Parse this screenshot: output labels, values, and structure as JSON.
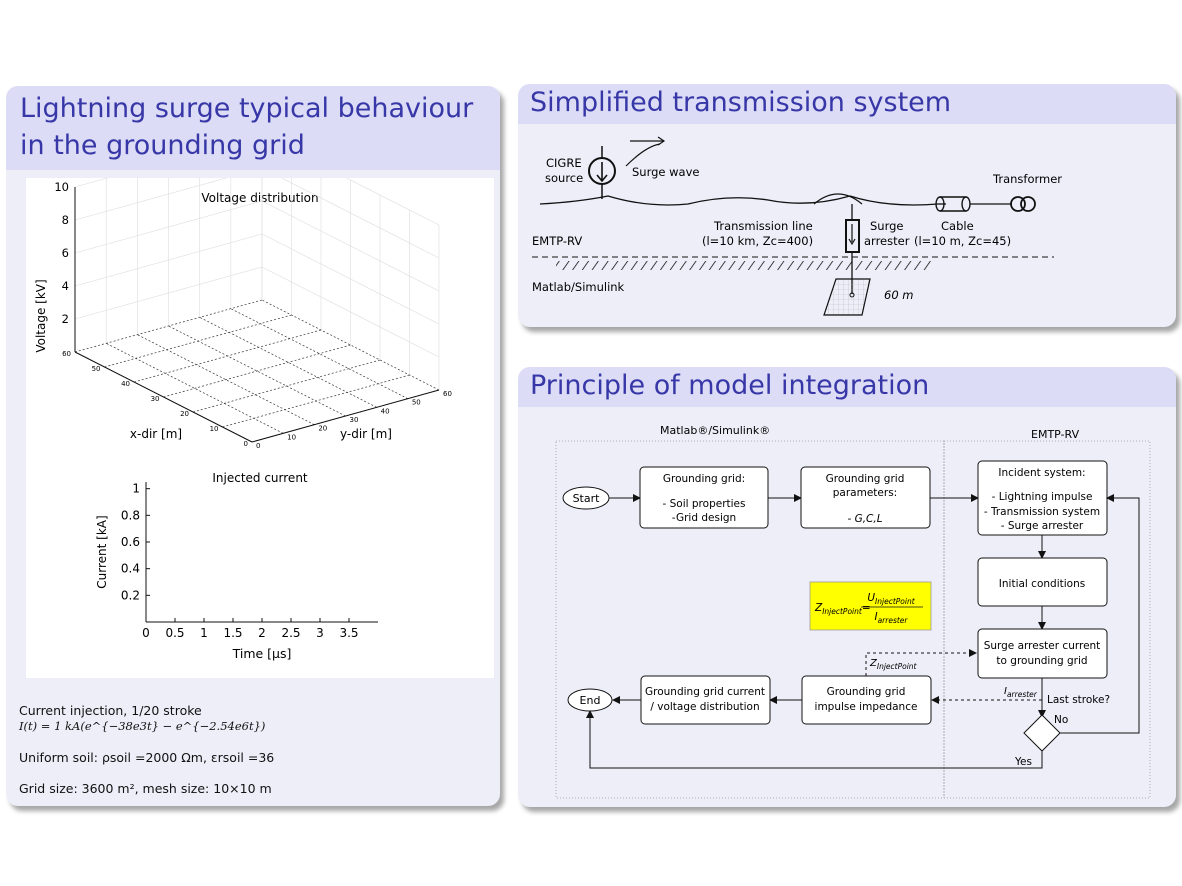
{
  "left_panel": {
    "title": "Lightning surge typical behaviour in the grounding grid",
    "notes": {
      "line1": "Current injection, 1/20 stroke",
      "formula": "I(t) = 1 kA(e^{−38e3t} − e^{−2.54e6t})",
      "soil": "Uniform soil: ρsoil =2000 Ωm, εrsoil =36",
      "grid": "Grid size: 3600 m², mesh size: 10×10 m"
    }
  },
  "chart_data": [
    {
      "type": "surface",
      "title": "Voltage distribution",
      "xlabel": "x-dir [m]",
      "ylabel": "y-dir [m]",
      "zlabel": "Voltage [kV]",
      "x_ticks": [
        "0",
        "10",
        "20",
        "30",
        "40",
        "50",
        "60"
      ],
      "y_ticks": [
        "0",
        "10",
        "20",
        "30",
        "40",
        "50",
        "60"
      ],
      "z_ticks": [
        "2",
        "4",
        "6",
        "8",
        "10"
      ],
      "xlim": [
        0,
        60
      ],
      "ylim": [
        0,
        60
      ],
      "zlim": [
        0,
        10
      ],
      "grid": true,
      "series": []
    },
    {
      "type": "line",
      "title": "Injected current",
      "xlabel": "Time [μs]",
      "ylabel": "Current [kA]",
      "x_ticks": [
        "0",
        "0.5",
        "1",
        "1.5",
        "2",
        "2.5",
        "3",
        "3.5"
      ],
      "y_ticks": [
        "0.2",
        "0.4",
        "0.6",
        "0.8",
        "1"
      ],
      "xlim": [
        0,
        4
      ],
      "ylim": [
        0,
        1.05
      ],
      "grid": false,
      "series": []
    }
  ],
  "transmission_panel": {
    "title": "Simplified transmission system",
    "labels": {
      "source_line1": "CIGRE",
      "source_line2": "source",
      "surge_wave": "Surge wave",
      "transformer": "Transformer",
      "tline_1": "Transmission line",
      "tline_2": "(l=10 km, Zc=400)",
      "arrester_1": "Surge",
      "arrester_2": "arrester",
      "cable_1": "Cable",
      "cable_2": "(l=10 m, Zc=45)",
      "emtp": "EMTP-RV",
      "matlab": "Matlab/Simulink",
      "grid_size": "60 m"
    }
  },
  "integration_panel": {
    "title": "Principle of model integration",
    "labels": {
      "matlab_region": "Matlab®/Simulink®",
      "emtp_region": "EMTP-RV",
      "start": "Start",
      "end": "End",
      "gg_title": "Grounding grid:",
      "gg_item1": "- Soil properties",
      "gg_item2": "-Grid design",
      "ggp_line1": "Grounding grid",
      "ggp_line2": "parameters:",
      "ggp_line3": "- G,C,L",
      "inc_title": "Incident system:",
      "inc_item1": "- Lightning impulse",
      "inc_item2": "- Transmission system",
      "inc_item3": "- Surge arrester",
      "init": "Initial conditions",
      "sac_line1": "Surge arrester current",
      "sac_line2": "to grounding grid",
      "ggi_line1": "Grounding grid",
      "ggi_line2": "impulse impedance",
      "ggc_line1": "Grounding grid current",
      "ggc_line2": "/ voltage distribution",
      "last_stroke": "Last stroke?",
      "yes": "Yes",
      "no": "No",
      "z_left": "Z",
      "z_sub": "InjectPoint",
      "u_top": "U",
      "u_sub": "InjectPoint",
      "i_bottom": "I",
      "i_sub": "arrester",
      "z_edge": "Z",
      "z_edge_sub": "InjectPoint",
      "i_edge": "I",
      "i_edge_sub": "arrester"
    },
    "formula_box_color": "#ffff00"
  }
}
